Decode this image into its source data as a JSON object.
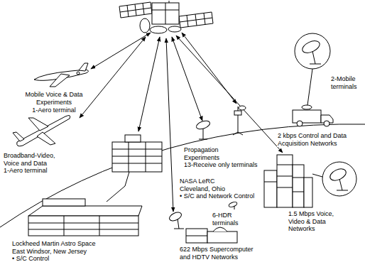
{
  "diagram": {
    "labels": [
      "Mobile Voice & Data Experiments",
      "1-Aero terminal",
      "Broadband-Video, Voice and Data",
      "1-Aero terminal",
      "NASA LeRC Cleveland, Ohio",
      "• S/C and Network Control",
      "Lockheed Martin Astro Space East Windsor, New Jersey",
      "• S/C Control",
      "Propagation Experiments",
      "13-Receive only terminals",
      "2-Mobile terminals",
      "2 kbps Control and Data Acquisition Networks",
      "1.5 Mbps Voice, Video & Data Networks",
      "6-HDR terminals",
      "622 Mbps Supercomputer and HDTV Networks"
    ]
  }
}
